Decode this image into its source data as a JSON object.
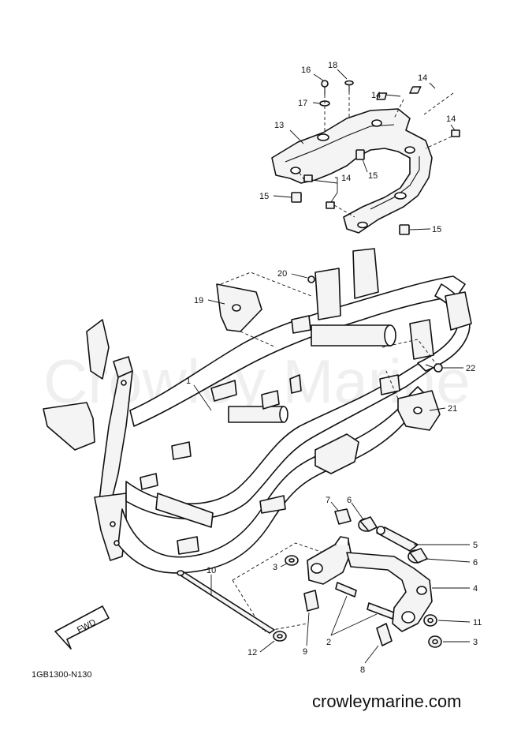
{
  "watermark": "Crowley Marine",
  "diagram_code": "1GB1300-N130",
  "website": "crowleymarine.com",
  "fwd_label": "FWD",
  "callouts": {
    "c1": "1",
    "c2": "2",
    "c3a": "3",
    "c3b": "3",
    "c4": "4",
    "c5": "5",
    "c6a": "6",
    "c6b": "6",
    "c7": "7",
    "c8": "8",
    "c9": "9",
    "c10": "10",
    "c11": "11",
    "c12": "12",
    "c13": "13",
    "c14a": "14",
    "c14b": "14",
    "c14c": "14",
    "c14d": "14",
    "c15a": "15",
    "c15b": "15",
    "c15c": "15",
    "c16": "16",
    "c17": "17",
    "c18": "18",
    "c19": "19",
    "c20": "20",
    "c21": "21",
    "c22": "22"
  }
}
